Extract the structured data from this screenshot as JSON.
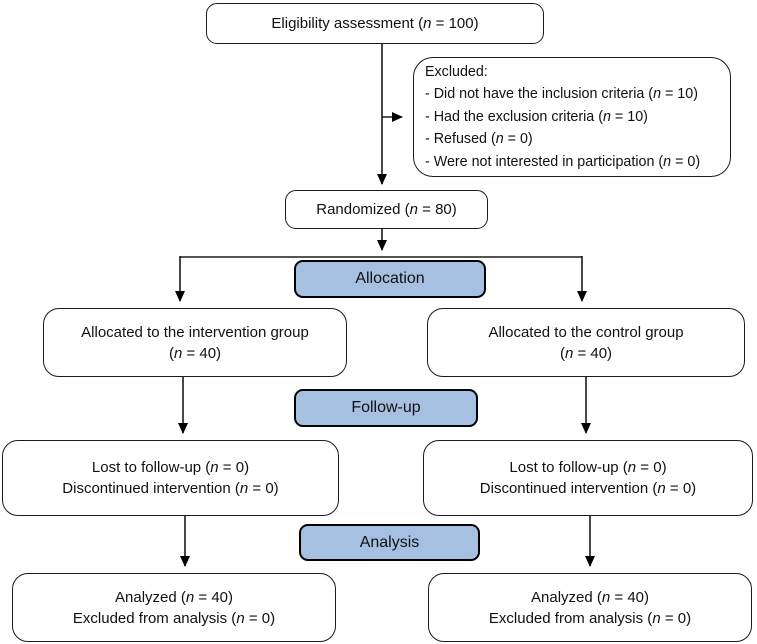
{
  "diagram": {
    "type": "consort-flow-diagram",
    "colors": {
      "banner_fill": "#a6c0e2",
      "banner_border": "#000000",
      "box_border": "#1c1c1c",
      "box_fill": "#ffffff",
      "arrow": "#1b1b1b",
      "text": "#111111"
    },
    "boxes": {
      "eligibility": {
        "text": "Eligibility assessment (n = 100)"
      },
      "excluded": {
        "title": "Excluded:",
        "items": [
          "- Did not have the inclusion criteria (n = 10)",
          "- Had the exclusion criteria (n = 10)",
          "- Refused (n = 0)",
          "- Were not interested in participation (n = 0)"
        ]
      },
      "randomized": {
        "text": "Randomized (n = 80)"
      },
      "intervention": {
        "lines": [
          "Allocated to the intervention group",
          "(n = 40)"
        ]
      },
      "control": {
        "lines": [
          "Allocated to the control group",
          "(n = 40)"
        ]
      },
      "followup_intervention": {
        "lines": [
          "Lost to follow-up (n = 0)",
          "Discontinued intervention (n = 0)"
        ]
      },
      "followup_control": {
        "lines": [
          "Lost to follow-up (n = 0)",
          "Discontinued intervention (n = 0)"
        ]
      },
      "analyzed_intervention": {
        "lines": [
          "Analyzed (n = 40)",
          "Excluded from analysis (n = 0)"
        ]
      },
      "analyzed_control": {
        "lines": [
          "Analyzed (n = 40)",
          "Excluded from analysis (n = 0)"
        ]
      }
    },
    "banners": {
      "allocation": "Allocation",
      "followup": "Follow-up",
      "analysis": "Analysis"
    }
  }
}
